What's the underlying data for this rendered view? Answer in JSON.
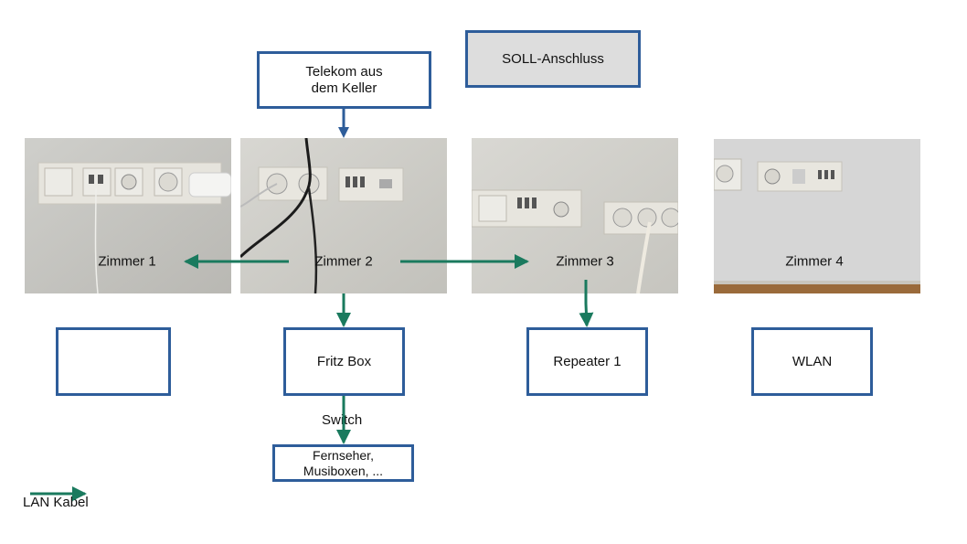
{
  "title_box": "SOLL-Anschluss",
  "source_box": "Telekom aus\ndem Keller",
  "rooms": [
    {
      "label": "Zimmer 1"
    },
    {
      "label": "Zimmer 2"
    },
    {
      "label": "Zimmer 3"
    },
    {
      "label": "Zimmer 4"
    }
  ],
  "devices": {
    "zimmer1": "",
    "fritz_box": "Fritz Box",
    "repeater": "Repeater 1",
    "wlan": "WLAN"
  },
  "switch_label": "Switch",
  "endpoint_box": "Fernseher,\nMusiboxen, ...",
  "legend": {
    "label": "LAN Kabel"
  },
  "colors": {
    "box_border": "#2e5d9a",
    "lan_arrow": "#1a7a5e",
    "telekom_arrow": "#2e5d9a",
    "title_fill": "#dddddd"
  }
}
